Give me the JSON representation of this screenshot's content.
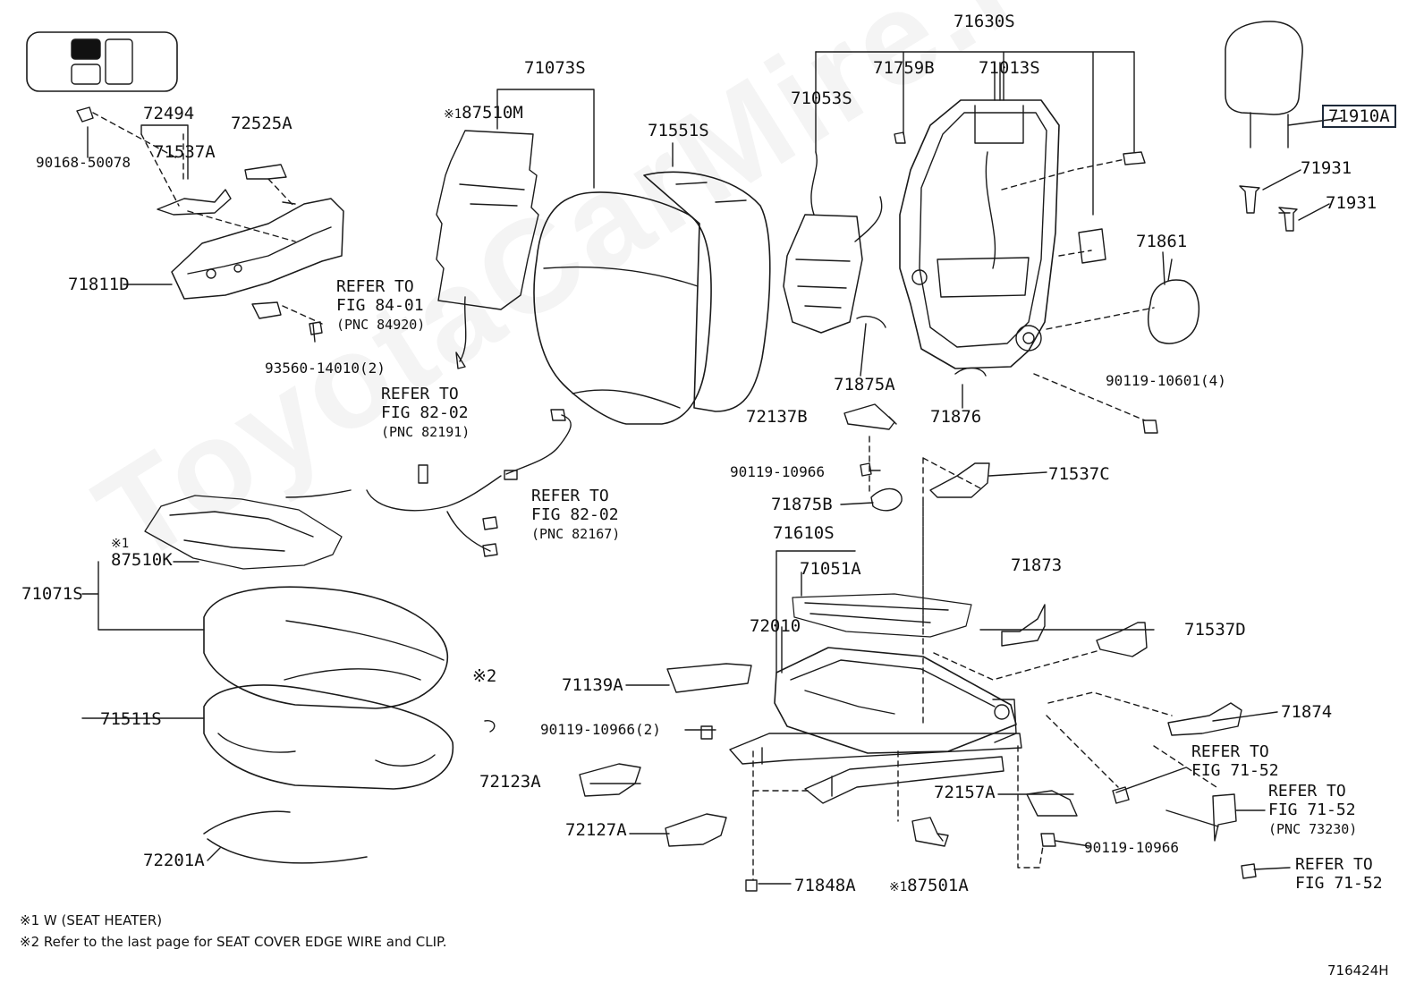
{
  "watermark": "ToyotaCarMire.ru",
  "figure_code": "716424H",
  "notes": [
    "※1 W (SEAT HEATER)",
    "※2 Refer to the last page for SEAT COVER EDGE WIRE and CLIP."
  ],
  "labels": {
    "p71630S": "71630S",
    "p71073S": "71073S",
    "p71910A": "71910A",
    "p72494": "72494",
    "p72525A": "72525A",
    "p87510M": "87510M",
    "p71759B": "71759B",
    "p71013S": "71013S",
    "p71053S": "71053S",
    "p71551S": "71551S",
    "p90168_50078": "90168-50078",
    "p71537A": "71537A",
    "p71931a": "71931",
    "p71931b": "71931",
    "p71861": "71861",
    "p71811D": "71811D",
    "p93560": "93560-14010(2)",
    "p90119_10601": "90119-10601(4)",
    "p71875A": "71875A",
    "p71876": "71876",
    "p72137B": "72137B",
    "p90119_10966a": "90119-10966",
    "p71537C": "71537C",
    "p71875B": "71875B",
    "p71610S": "71610S",
    "p71051A": "71051A",
    "p71873": "71873",
    "p87510K": "87510K",
    "p71071S": "71071S",
    "p72010": "72010",
    "p71537D": "71537D",
    "p71139A": "71139A",
    "p71511S": "71511S",
    "p90119_10966b": "90119-10966(2)",
    "p71874": "71874",
    "p72123A": "72123A",
    "p72157A": "72157A",
    "p72127A": "72127A",
    "p90119_10966c": "90119-10966",
    "p72201A": "72201A",
    "p71848A": "71848A",
    "p87501A": "87501A",
    "star1": "※1",
    "star2": "※2"
  },
  "refs": {
    "r84_01": {
      "l1": "REFER TO",
      "l2": "FIG 84-01",
      "l3": "(PNC 84920)"
    },
    "r82_02a": {
      "l1": "REFER TO",
      "l2": "FIG 82-02",
      "l3": "(PNC 82191)"
    },
    "r82_02b": {
      "l1": "REFER TO",
      "l2": "FIG 82-02",
      "l3": "(PNC 82167)"
    },
    "r71_52a": {
      "l1": "REFER TO",
      "l2": "FIG 71-52"
    },
    "r71_52b": {
      "l1": "REFER TO",
      "l2": "FIG 71-52",
      "l3": "(PNC 73230)"
    },
    "r71_52c": {
      "l1": "REFER TO",
      "l2": "FIG 71-52"
    }
  }
}
